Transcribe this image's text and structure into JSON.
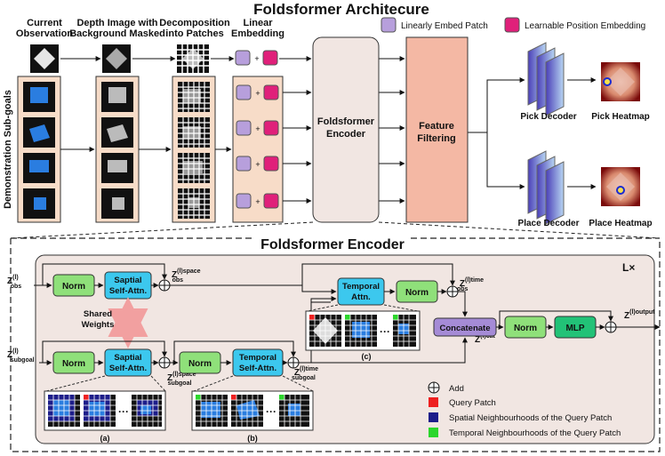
{
  "title": "Foldsformer Architecure",
  "columns": {
    "current_observation": [
      "Current",
      "Observation"
    ],
    "depth_image": [
      "Depth Image with",
      "Background Masked"
    ],
    "decomposition": [
      "Decomposition",
      "into Patches"
    ],
    "linear_embedding": [
      "Linear",
      "Embedding"
    ]
  },
  "demo_label": "Demonstration Sub-goals",
  "legend_top": {
    "linear_embed_patch": "Linearly Embed Patch",
    "position_embedding": "Learnable Position Embedding"
  },
  "plus": "+",
  "encoder_box": [
    "Foldsformer",
    "Encoder"
  ],
  "filter_box": [
    "Feature",
    "Filtering"
  ],
  "pick_decoder": "Pick Decoder",
  "pick_heatmap": "Pick Heatmap",
  "place_decoder": "Place Decoder",
  "place_heatmap": "Place Heatmap",
  "encoder_detail": {
    "title": "Foldsformer Encoder",
    "repeat": "L×",
    "norm": "Norm",
    "spatial_attn": [
      "Saptial",
      "Self-Attn."
    ],
    "temporal_self_attn": [
      "Temporal",
      "Self-Attn."
    ],
    "temporal_attn": [
      "Temporal",
      "Attn."
    ],
    "shared_weights": [
      "Shared",
      "Weights"
    ],
    "concatenate": "Concatenate",
    "mlp": "MLP",
    "dots": "···",
    "sub_a": "(a)",
    "sub_b": "(b)",
    "sub_c": "(c)",
    "vars": {
      "z_obs_in": {
        "main": "Z",
        "sup": "(l)",
        "sub": "obs"
      },
      "z_subgoal_in": {
        "main": "Z",
        "sup": "(l)",
        "sub": "subgoal"
      },
      "z_obs_space": {
        "main": "Z",
        "sup": "(l)space",
        "sub": "obs"
      },
      "z_subgoal_space": {
        "main": "Z",
        "sup": "(l)space",
        "sub": "subgoal"
      },
      "z_subgoal_time": {
        "main": "Z",
        "sup": "(l)time",
        "sub": "subgoal"
      },
      "z_obs_time": {
        "main": "Z",
        "sup": "(l)time",
        "sub": "obs"
      },
      "z_cat": {
        "main": "Z",
        "sup": "(l)cat",
        "sub": ""
      },
      "z_output": {
        "main": "Z",
        "sup": "(l)output",
        "sub": ""
      }
    }
  },
  "legend_bottom": {
    "add": "Add",
    "query": "Query Patch",
    "spatial": "Spatial Neighbourhoods of the Query Patch",
    "temporal": "Temporal Neighbourhoods of the Query Patch"
  },
  "colors": {
    "embed_purple": "#b79fdc",
    "pos_pink": "#e0207a",
    "norm_green": "#8fe07a",
    "attn_cyan": "#3cc8ee",
    "mlp_green": "#22c277",
    "concat_purple": "#a58bd6",
    "query_red": "#ee2020",
    "spatial_blue": "#1d1d8a",
    "temporal_green": "#2cd62c",
    "encoder_bg": "#f1e6e2",
    "filter_bg": "#f4b8a4",
    "embed_column_bg": "#f7dcc8"
  }
}
